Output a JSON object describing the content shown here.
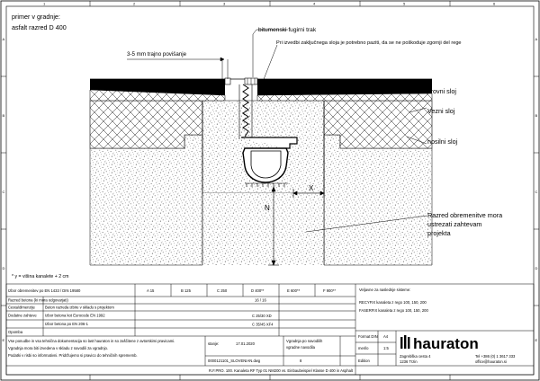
{
  "frame": {
    "top_numbers": [
      "1",
      "2",
      "3",
      "4",
      "5",
      "6"
    ],
    "side_letters": [
      "A",
      "B",
      "C",
      "D",
      "E"
    ]
  },
  "annotations": {
    "primer_line1": "primer v gradnje:",
    "primer_line2": "asfalt razred D 400",
    "bitumen_tape": "bitumenski fugirni trak",
    "note": "Pri izvedbi zaključnega sloja je potrebno paziti, da se ne poškoduje zgornji del rege",
    "permanent_lowering": "3-5 mm trajno povišanje",
    "roof_layer": "krovni sloj",
    "binder_layer": "Vezni sloj",
    "base_layer": "nosilni sloj",
    "dim_x": "X",
    "dim_n": "N",
    "load_class_line1": "Razred obremenitve mora",
    "load_class_line2": "ustrezati zahtevam",
    "load_class_line3": "projekta",
    "footnote": "* y = višina kanalete + 2 cm"
  },
  "title_block": {
    "norm_label": "Izbor obremenitev po EN 1433 / DIN 19580",
    "classes": [
      "A 15",
      "B 125",
      "C 250",
      "D 400**",
      "E 600**",
      "F 900**"
    ],
    "row2_label": "Razred betona (ki mora odgovarjati)",
    "row2_value": "16 / 16",
    "row3_left": "Cesta/dimenzije",
    "row3_mid": "Beton razreda izbire v skladu s projektom",
    "row4_left": "Dodatne zahteve",
    "row4_mid": "Izbor betona kot Eurocode EN 1992",
    "row4_value": "C 25/30 XD",
    "row5_mid": "Izbor betona po EN 206-1",
    "row5_value": "C 35/45 XF4",
    "row6_left": "Opomba",
    "legal_text1": "Vse ponudbe in vsa tehnična dokumentacija so last hauraton in so zaščitene z avtorskimi pravicami.",
    "legal_text2": "Vgradnja mora biti izvedena v skladu z navodili za vgradnjo.",
    "legal_text3": "Podatki v risbi so informativni. Pridržujemo si pravico do tehničnih sprememb.",
    "stanje_label": "stanje:",
    "stanje_value": "17.01.2020",
    "file_name": "0000121101_SLOVENIAN.dwg",
    "page": "8",
    "install_note1": "Vgradnja po navodilih",
    "install_note2": "vgradne navodila",
    "edition_label": "Edition",
    "header_right": "Veljavne za naslednje sisteme:",
    "systems1": "RECYFIX kanaleta z rego 100, 150, 200",
    "systems2": "FASERFIX kanaleta z rego 100, 150, 200",
    "format_label": "Format DIN",
    "format_value": "A4",
    "scale_label": "merilo",
    "scale_value": "1:5",
    "company": "hauraton",
    "address1": "Zagrebška cesta 4",
    "address2": "1236 Trzin",
    "phone": "Tel +386 (0) 1 3617 333",
    "email": "office@hauraton.si",
    "drawing_title": "R.F.PRO. 100. Kanaleta RF Typ 01 NM200 vs. Einbaubeispiel Klasse D 400 in Asphalt"
  }
}
